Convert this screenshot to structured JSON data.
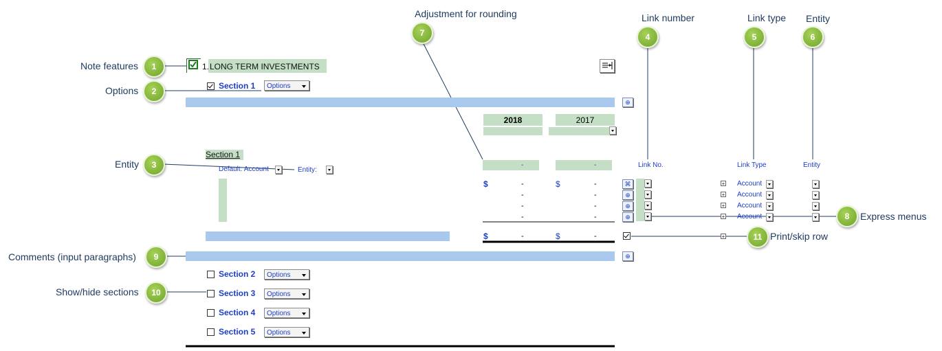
{
  "callouts": {
    "note_features": "Note features",
    "options": "Options",
    "entity_left": "Entity",
    "comments": "Comments (input paragraphs)",
    "show_hide": "Show/hide sections",
    "adjustment": "Adjustment for rounding",
    "link_number": "Link number",
    "link_type": "Link type",
    "entity_right": "Entity",
    "express_menus": "Express menus",
    "print_skip": "Print/skip row"
  },
  "badges": [
    "1",
    "2",
    "3",
    "4",
    "5",
    "6",
    "7",
    "8",
    "9",
    "10",
    "11"
  ],
  "note": {
    "number": "1.",
    "title": "LONG TERM INVESTMENTS"
  },
  "sections": [
    {
      "label": "Section 1",
      "options": "Options",
      "checked": true
    },
    {
      "label": "Section 2",
      "options": "Options",
      "checked": false
    },
    {
      "label": "Section 3",
      "options": "Options",
      "checked": false
    },
    {
      "label": "Section 4",
      "options": "Options",
      "checked": false
    },
    {
      "label": "Section 5",
      "options": "Options",
      "checked": false
    }
  ],
  "years": {
    "current": "2018",
    "prior": "2017"
  },
  "section1": {
    "heading": "Section 1",
    "default_account": "Default: Account",
    "entity_label": "Entity:",
    "dash": "-",
    "dollar": "$"
  },
  "headers": {
    "link_no": "Link No.",
    "link_type": "Link Type",
    "entity": "Entity"
  },
  "link_rows": [
    {
      "type": "Account"
    },
    {
      "type": "Account"
    },
    {
      "type": "Account"
    },
    {
      "type": "Account"
    }
  ],
  "icons": {
    "note_checkbox": "checkbox-checked-icon",
    "export": "export-arrow-icon",
    "insert_row": "insert-row-icon",
    "command": "command-icon",
    "expand": "plus-box-icon"
  }
}
